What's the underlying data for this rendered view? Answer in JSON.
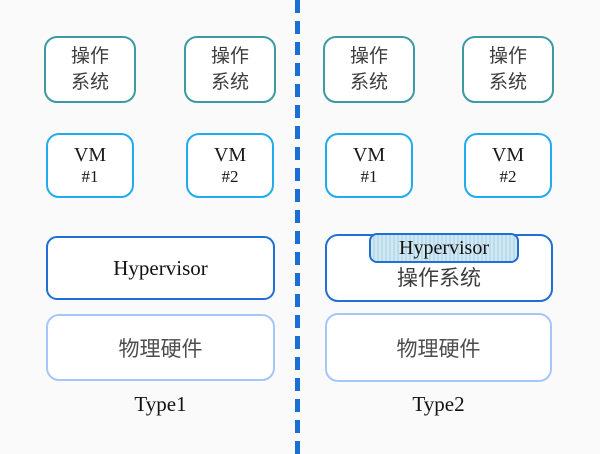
{
  "colors": {
    "os_border": "#3c9aa2",
    "vm_border": "#22aaf0",
    "hypervisor_border": "#1f6fd4",
    "hardware_border": "#a6c6fa",
    "divider": "#1a6fd4",
    "stripe_a": "#cdeee8",
    "stripe_b": "#bfd6f6"
  },
  "type1": {
    "label": "Type1",
    "os1": {
      "line1": "操作",
      "line2": "系统"
    },
    "os2": {
      "line1": "操作",
      "line2": "系统"
    },
    "vm1": {
      "line1": "VM",
      "line2": "#1"
    },
    "vm2": {
      "line1": "VM",
      "line2": "#2"
    },
    "hypervisor": "Hypervisor",
    "hardware": "物理硬件"
  },
  "type2": {
    "label": "Type2",
    "os1": {
      "line1": "操作",
      "line2": "系统"
    },
    "os2": {
      "line1": "操作",
      "line2": "系统"
    },
    "vm1": {
      "line1": "VM",
      "line2": "#1"
    },
    "vm2": {
      "line1": "VM",
      "line2": "#2"
    },
    "hypervisor": "Hypervisor",
    "host_os": "操作系统",
    "hardware": "物理硬件"
  }
}
